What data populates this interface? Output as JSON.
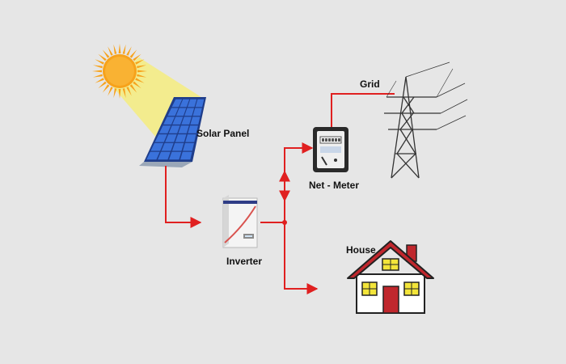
{
  "labels": {
    "solar_panel": "Solar Panel",
    "inverter": "Inverter",
    "net_meter": "Net - Meter",
    "grid": "Grid",
    "house": "House"
  },
  "colors": {
    "background": "#e6e6e6",
    "wire": "#e02020",
    "sun": "#f7a21b",
    "sunbeam": "#f3ec8e",
    "panel": "#2f62c8",
    "roof": "#c0272d",
    "window": "#f3e53a",
    "door": "#c0272d",
    "tower": "#333333"
  },
  "icons": [
    "sun-icon",
    "solar-panel-icon",
    "inverter-icon",
    "net-meter-icon",
    "grid-tower-icon",
    "house-icon"
  ]
}
